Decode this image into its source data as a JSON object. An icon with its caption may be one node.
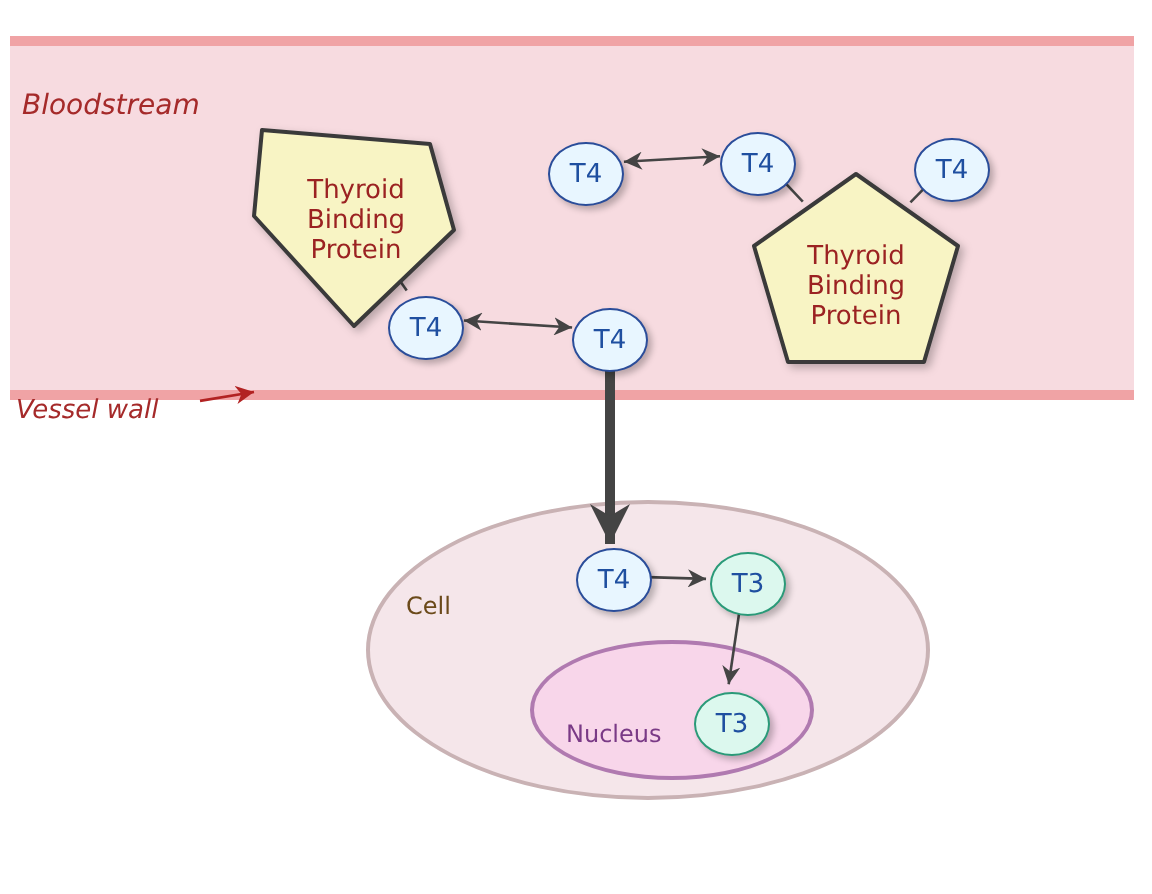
{
  "diagram": {
    "nodes": [
      {
        "text": [
          "Bloodstream"
        ]
      },
      {
        "text": [
          "Thyroid Binding Protein"
        ],
        "in": 0
      },
      {
        "text": [
          "T4"
        ],
        "in": 0
      },
      {
        "text": [
          "T4"
        ],
        "in": 0
      },
      {
        "text": [
          "T4"
        ],
        "in": 0
      },
      {
        "text": [
          "T4"
        ],
        "in": 0
      },
      {
        "text": [
          "T4"
        ],
        "in": 0
      },
      {
        "text": [
          "Thyroid Binding Protein"
        ],
        "in": 0
      },
      {
        "text": [
          "Vessel wall"
        ]
      },
      {
        "text": [
          "Cell"
        ]
      },
      {
        "text": [
          "T4"
        ],
        "in": 9
      },
      {
        "text": [
          "T3"
        ],
        "in": 9
      },
      {
        "text": [
          "Nucleus"
        ],
        "in": 9
      },
      {
        "text": [
          "T3"
        ],
        "in": 12
      }
    ],
    "edges": [
      {
        "from": 1,
        "to": 2,
        "arrow": "none"
      },
      {
        "from": 2,
        "to": 3,
        "arrow": "both"
      },
      {
        "from": 4,
        "to": 5,
        "arrow": "both"
      },
      {
        "from": 7,
        "to": 5,
        "arrow": "none"
      },
      {
        "from": 7,
        "to": 6,
        "arrow": "none"
      },
      {
        "from": 3,
        "to": 10,
        "arrow": "to",
        "style": "thick"
      },
      {
        "from": 10,
        "to": 11,
        "arrow": "to"
      },
      {
        "from": 11,
        "to": 13,
        "arrow": "to"
      },
      {
        "from": 8,
        "to": 0,
        "arrow": "to",
        "color": "#b22222"
      }
    ]
  }
}
